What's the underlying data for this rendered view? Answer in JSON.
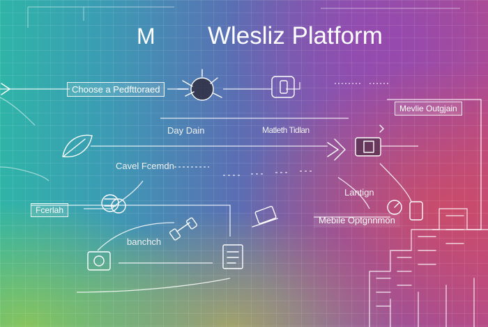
{
  "header": {
    "logo_mark": "M",
    "title": "Wlesliz Platform"
  },
  "boxes": {
    "choose": "Choose a Pedfttoraed",
    "mobile_outgain": "Mevlie Outgjain",
    "fcerlah": "Fcerlah",
    "mobile_optimization": "Mebile Optgnnmon"
  },
  "labels": {
    "day_dain": "Day Dain",
    "mid_header": "Matleth Tidlan",
    "cavel": "Cavel Fcemdn",
    "lantign": "Lantign",
    "banchch": "banchch"
  },
  "icons": [
    "connector-arrow-icon",
    "splash-node-icon",
    "phone-icon",
    "leaf-icon",
    "phone-device-icon",
    "coins-icon",
    "dumbbell-icon",
    "laptop-icon",
    "camera-icon",
    "document-stack-icon",
    "gauge-icon",
    "city-skyline-icon"
  ]
}
